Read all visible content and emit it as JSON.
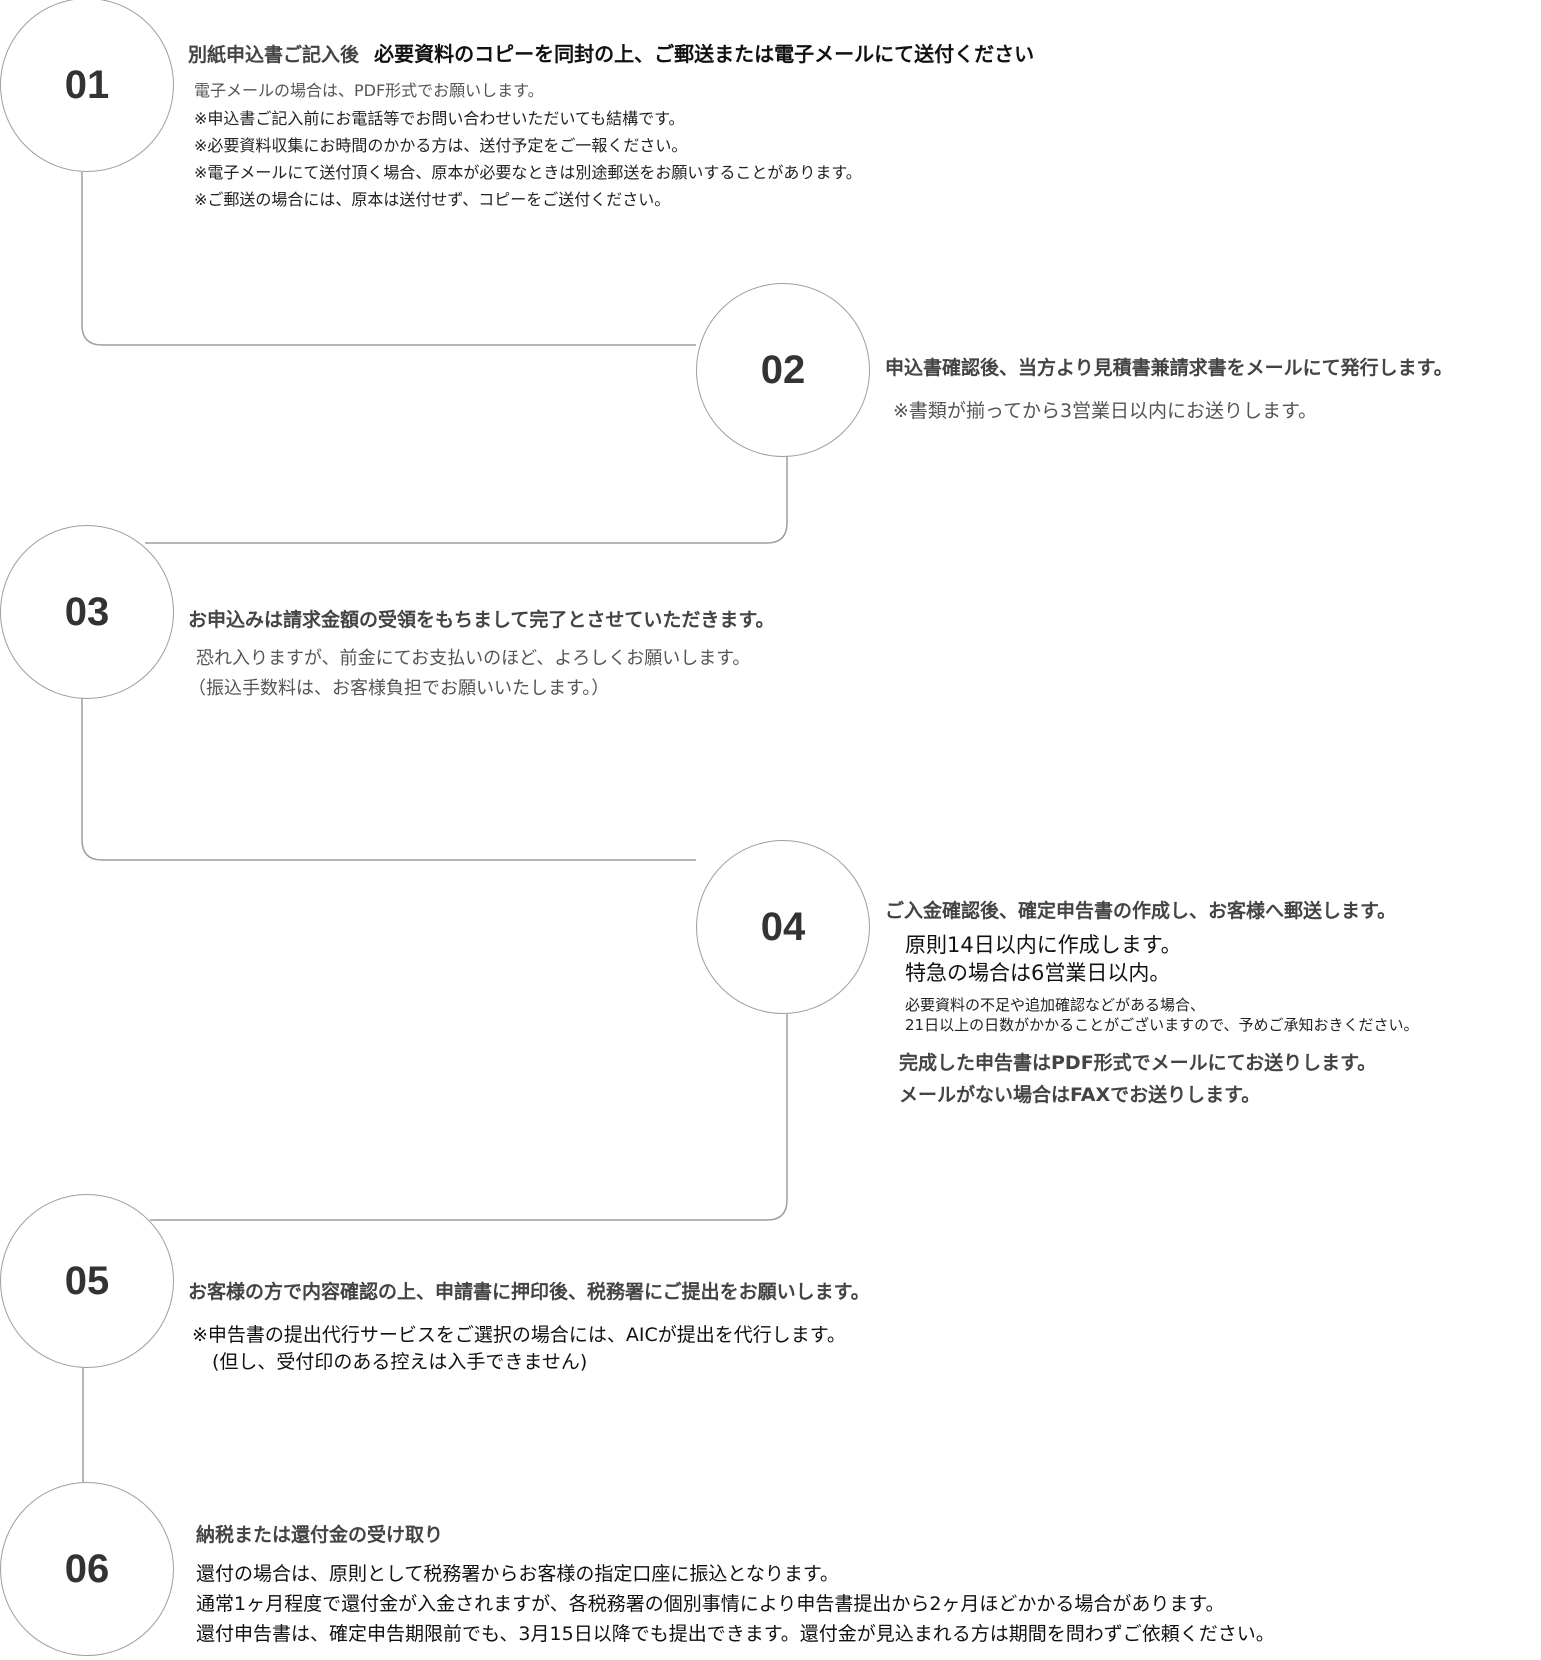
{
  "steps": [
    {
      "number": "01",
      "heading_part1": "別紙申込書ご記入後",
      "heading_part2": "必要資料のコピーを同封の上、ご郵送または電子メールにて送付ください",
      "sub": "電子メールの場合は、PDF形式でお願いします。",
      "notes": [
        "※申込書ご記入前にお電話等でお問い合わせいただいても結構です。",
        "※必要資料収集にお時間のかかる方は、送付予定をご一報ください。",
        "※電子メールにて送付頂く場合、原本が必要なときは別途郵送をお願いすることがあります。",
        "※ご郵送の場合には、原本は送付せず、コピーをご送付ください。"
      ]
    },
    {
      "number": "02",
      "heading": "申込書確認後、当方より見積書兼請求書をメールにて発行します。",
      "sub": "※書類が揃ってから3営業日以内にお送りします。"
    },
    {
      "number": "03",
      "heading": "お申込みは請求金額の受領をもちまして完了とさせていただきます。",
      "lines": [
        "恐れ入りますが、前金にてお支払いのほど、よろしくお願いします。",
        "（振込手数料は、お客様負担でお願いいたします。）"
      ]
    },
    {
      "number": "04",
      "heading": "ご入金確認後、確定申告書の作成し、お客様へ郵送します。",
      "large": [
        "原則14日以内に作成します。",
        "特急の場合は6営業日以内。"
      ],
      "small": [
        "必要資料の不足や追加確認などがある場合、",
        "21日以上の日数がかかることがございますので、予めご承知おきください。"
      ],
      "bold": [
        "完成した申告書はPDF形式でメールにてお送りします。",
        "メールがない場合はFAXでお送りします。"
      ]
    },
    {
      "number": "05",
      "heading": "お客様の方で内容確認の上、申請書に押印後、税務署にご提出をお願いします。",
      "lines": [
        "※申告書の提出代行サービスをご選択の場合には、AICが提出を代行します。",
        "(但し、受付印のある控えは入手できません)"
      ]
    },
    {
      "number": "06",
      "heading": "納税または還付金の受け取り",
      "lines": [
        "還付の場合は、原則として税務署からお客様の指定口座に振込となります。",
        "通常1ヶ月程度で還付金が入金されますが、各税務署の個別事情により申告書提出から2ヶ月ほどかかる場合があります。",
        "還付申告書は、確定申告期限前でも、3月15日以降でも提出できます。還付金が見込まれる方は期間を問わずご依頼ください。"
      ]
    }
  ],
  "colors": {
    "line": "#9e9e9e",
    "text": "#333333"
  }
}
